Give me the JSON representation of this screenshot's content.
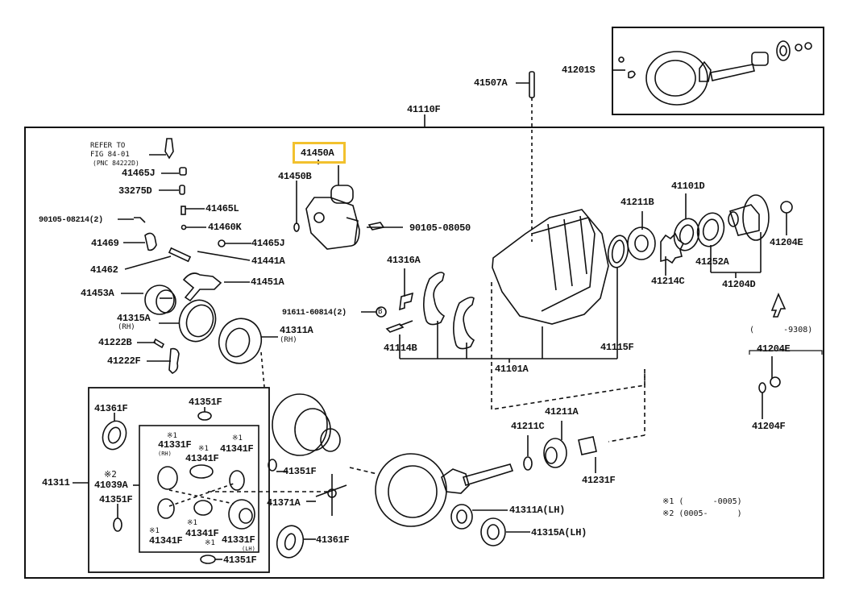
{
  "diagram": {
    "highlight_color": "#f2c12e",
    "highlighted_part": "41450A",
    "notes": {
      "refer_line1": "REFER TO",
      "refer_line2": "FIG 84-01",
      "refer_line3": "(PNC 84222D)",
      "date_range_top": "(      -9308)",
      "footnote1": "※1 (      -0005)",
      "footnote2": "※2 (0005-      )",
      "star1": "※1",
      "star2": "※2",
      "rh": "(RH)",
      "lh": "(LH)",
      "circle_b": "B"
    },
    "parts": {
      "p41201S": "41201S",
      "p41507A": "41507A",
      "p41110F": "41110F",
      "p41450A": "41450A",
      "p41450B": "41450B",
      "p41465J_top": "41465J",
      "p33275D": "33275D",
      "p41465L": "41465L",
      "p41460K": "41460K",
      "p90105_08214": "90105-08214(2)",
      "p41469": "41469",
      "p41465J_mid": "41465J",
      "p41462": "41462",
      "p41441A": "41441A",
      "p41451A": "41451A",
      "p41453A": "41453A",
      "p41315A_rh": "41315A",
      "p41222B": "41222B",
      "p41222F": "41222F",
      "p41311A_rh": "41311A",
      "p90105_08050": "90105-08050",
      "p41316A": "41316A",
      "p91611_60814": "91611-60814(2)",
      "p41114B": "41114B",
      "p41101A": "41101A",
      "p41115F": "41115F",
      "p41211B": "41211B",
      "p41101D": "41101D",
      "p41214C": "41214C",
      "p41252A": "41252A",
      "p41204D": "41204D",
      "p41204E_top": "41204E",
      "p41204E_box": "41204E",
      "p41204F": "41204F",
      "p41361F_top": "41361F",
      "p41351F_top": "41351F",
      "p41311": "41311",
      "p41039A": "41039A",
      "p41351F_left": "41351F",
      "p41331F_rh": "41331F",
      "p41341F_a": "41341F",
      "p41341F_b": "41341F",
      "p41341F_c": "41341F",
      "p41341F_d": "41341F",
      "p41331F_lh": "41331F",
      "p41351F_bottom": "41351F",
      "p41351F_right": "41351F",
      "p41371A": "41371A",
      "p41361F_bottom": "41361F",
      "p41211C": "41211C",
      "p41211A": "41211A",
      "p41231F": "41231F",
      "p41311A_lh": "41311A(LH)",
      "p41315A_lh": "41315A(LH)"
    }
  }
}
